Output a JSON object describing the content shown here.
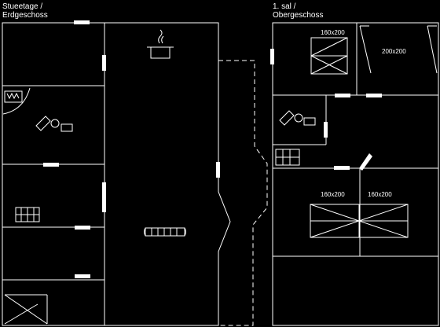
{
  "floors": {
    "ground": {
      "line1": "Stueetage /",
      "line2": "Erdgeschoss"
    },
    "upper": {
      "line1": "1. sal /",
      "line2": "Obergeschoss"
    }
  },
  "beds": {
    "upper_left": "160x200",
    "upper_right": "200x200",
    "double_left": "160x200",
    "double_right": "160x200"
  },
  "colors": {
    "background": "#000000",
    "lines": "#ffffff"
  },
  "icons": [
    "pot-icon",
    "fireplace-icon",
    "toilet-icon",
    "sink-icon",
    "sofa-icon",
    "bunk-bed-icon",
    "shower-icon",
    "bed-icon"
  ]
}
